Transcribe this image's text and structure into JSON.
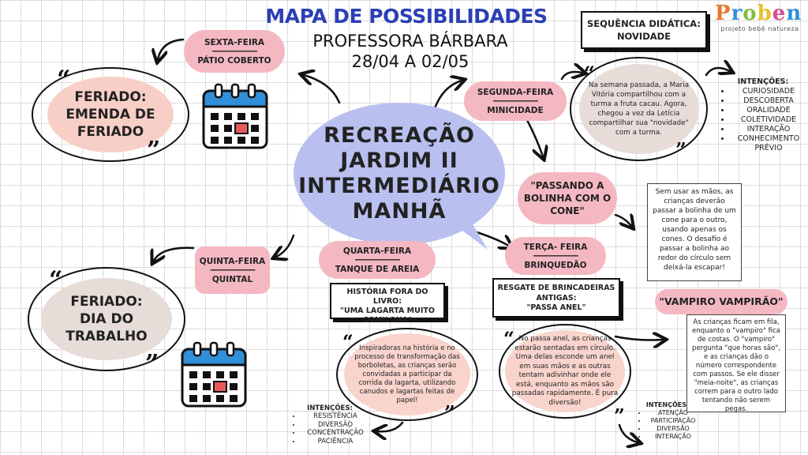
{
  "header": {
    "title": "MAPA DE POSSIBILIDADES",
    "teacher": "PROFESSORA BÁRBARA",
    "dates": "28/04 A 02/05"
  },
  "logo": {
    "word": "Proben",
    "tagline": "projeto bebê natureza"
  },
  "center": {
    "lines": [
      "RECREAÇÃO",
      "JARDIM II",
      "INTERMEDIÁRIO",
      "MANHÃ"
    ]
  },
  "friday": {
    "day": "SEXTA-FEIRA",
    "sep": "——————",
    "place": "PÁTIO COBERTO",
    "holiday_title": "FERIADO:",
    "holiday_desc": "EMENDA DE FERIADO"
  },
  "thursday": {
    "day": "QUINTA-FEIRA",
    "sep": "——————",
    "place": "QUINTAL",
    "holiday_title": "FERIADO:",
    "holiday_desc": "DIA DO TRABALHO"
  },
  "wednesday": {
    "day": "QUARTA-FEIRA",
    "sep": "——————",
    "place": "TANQUE DE AREIA",
    "activity_box": [
      "HISTÓRIA FORA DO LIVRO:",
      "\"UMA LAGARTA MUITO",
      "COMILONA\""
    ],
    "description": "Inspiradoras na história e no processo de transformação das borboletas, as crianças serão convidadas a participar da corrida da lagarta, utilizando canudos e lagartas feitas de papel!",
    "intentions_title": "INTENÇÕES:",
    "intentions": [
      "RESISTÊNCIA",
      "DIVERSÃO",
      "CONCENTRAÇÃO",
      "PACIÊNCIA"
    ]
  },
  "monday": {
    "day": "SEGUNDA-FEIRA",
    "sep": "——————",
    "place": "MINICIDADE",
    "sequence_box": [
      "SEQUÊNCIA DIDÁTICA:",
      "NOVIDADE"
    ],
    "description": "Na semana passada, a Maria Vitória compartilhou com a turma a fruta cacau. Agora, chegou a vez da Letícia compartilhar sua \"novidade\" com a turma.",
    "intentions_title": "INTENÇÕES:",
    "intentions": [
      "CURIOSIDADE",
      "DESCOBERTA",
      "ORALIDADE",
      "COLETIVIDADE",
      "INTERAÇÃO",
      "CONHECIMENTO PRÉVIO"
    ],
    "game_title": [
      "\"PASSANDO A",
      "BOLINHA COM O",
      "CONE\""
    ],
    "game_desc": "Sem usar as mãos, as crianças deverão passar a bolinha de um cone para o outro, usando apenas os cones. O desafio é passar a bolinha ao redor do círculo sem deixá-la escapar!"
  },
  "tuesday": {
    "day": "TERÇA- FEIRA",
    "sep": "——————",
    "place": "BRINQUEDÃO",
    "rescue_box": [
      "RESGATE DE BRINCADEIRAS",
      "ANTIGAS:",
      "\"PASSA ANEL\""
    ],
    "description": "No passa anel, as crianças estarão sentadas em círculo. Uma delas esconde um anel em suas mãos e as outras tentam adivinhar onde ele está, enquanto as mãos são passadas rapidamente. É pura diversão!",
    "intentions_title": "INTENÇÕES:",
    "intentions": [
      "ATENÇÃO",
      "PARTICIPAÇÃO",
      "DIVERSÃO",
      "INTERAÇÃO"
    ],
    "game_title": "\"VAMPIRO VAMPIRÃO\"",
    "game_desc": "As crianças ficam em fila, enquanto o \"vampiro\" fica de costas. O \"vampiro\" pergunta \"que horas são\", e as crianças dão o número correspondente com passos. Se ele disser \"meia-noite\", as crianças correm para o outro lado tentando não serem pegas."
  },
  "quotes": {
    "open": "“",
    "close": "”"
  },
  "colors": {
    "title_blue": "#2b3fb6",
    "pink": "#f4b8c3",
    "lavender": "#b9c0f0",
    "calendar_blue": "#2f8fd8",
    "calendar_red": "#e85a5a"
  },
  "icons": [
    "calendar-icon",
    "arrow-icon"
  ]
}
